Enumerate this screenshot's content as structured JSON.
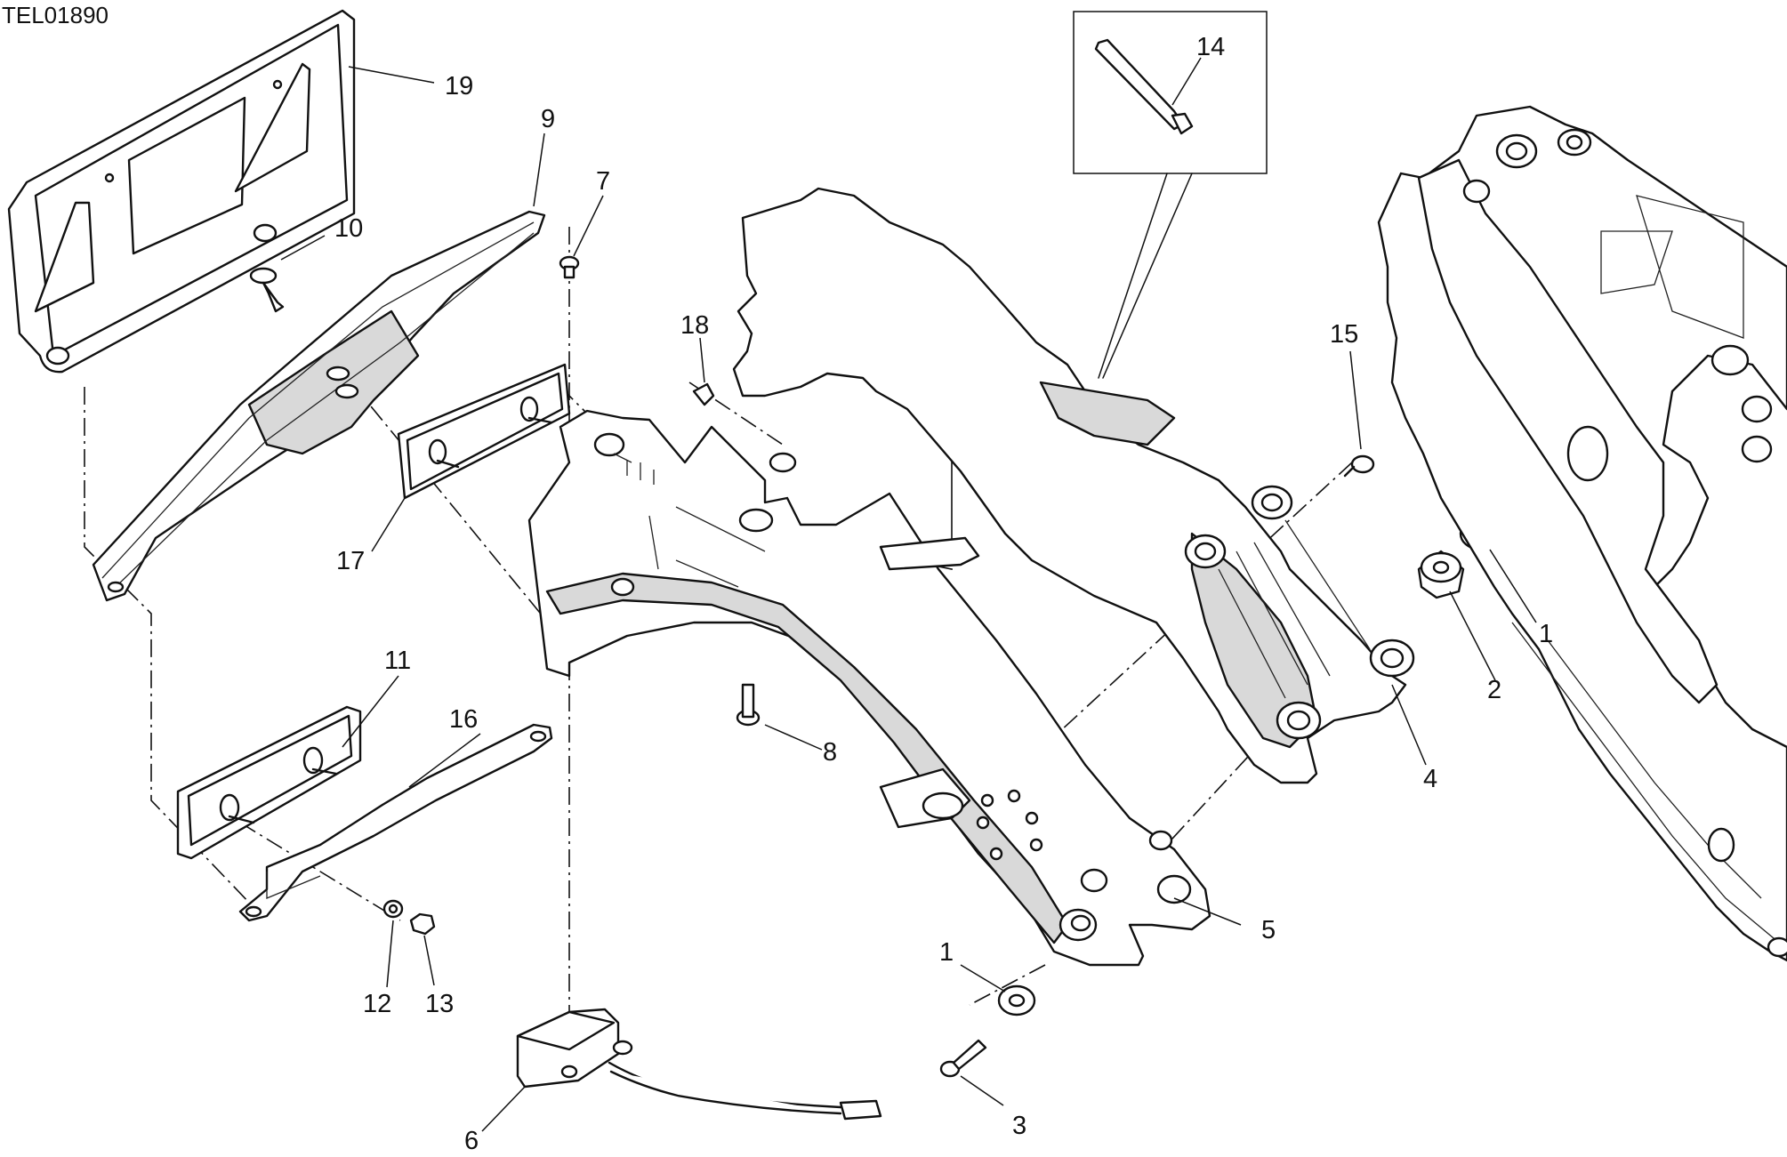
{
  "drawing": {
    "code": "TEL01890"
  },
  "callouts": [
    {
      "id": "c19",
      "label": "19"
    },
    {
      "id": "c9",
      "label": "9"
    },
    {
      "id": "c10",
      "label": "10"
    },
    {
      "id": "c7",
      "label": "7"
    },
    {
      "id": "c18",
      "label": "18"
    },
    {
      "id": "c14",
      "label": "14"
    },
    {
      "id": "c15",
      "label": "15"
    },
    {
      "id": "c17",
      "label": "17"
    },
    {
      "id": "c11",
      "label": "11"
    },
    {
      "id": "c16",
      "label": "16"
    },
    {
      "id": "c8",
      "label": "8"
    },
    {
      "id": "c12",
      "label": "12"
    },
    {
      "id": "c13",
      "label": "13"
    },
    {
      "id": "c6",
      "label": "6"
    },
    {
      "id": "c1a",
      "label": "1"
    },
    {
      "id": "c3",
      "label": "3"
    },
    {
      "id": "c5",
      "label": "5"
    },
    {
      "id": "c4",
      "label": "4"
    },
    {
      "id": "c2",
      "label": "2"
    },
    {
      "id": "c1b",
      "label": "1"
    }
  ]
}
